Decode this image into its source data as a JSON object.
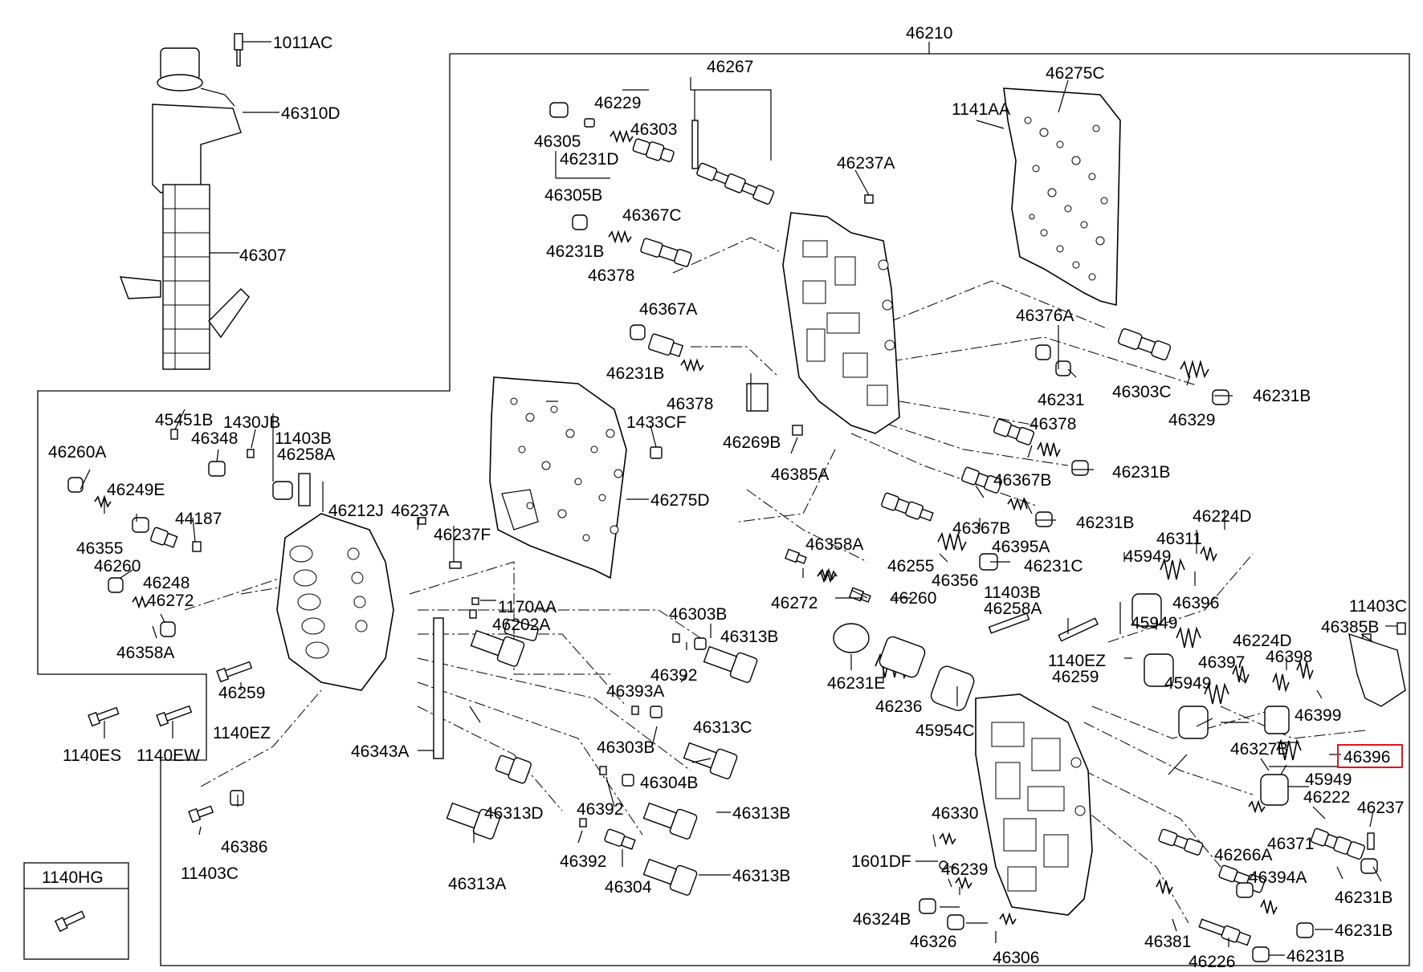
{
  "labels": {
    "p46210": "46210",
    "p1011AC": "1011AC",
    "p46310D": "46310D",
    "p46307": "46307",
    "p46267": "46267",
    "p46229": "46229",
    "p46303_top": "46303",
    "p46305": "46305",
    "p46231D": "46231D",
    "p46305B": "46305B",
    "p46367C": "46367C",
    "p46231B_a": "46231B",
    "p46378_a": "46378",
    "p46237A_top": "46237A",
    "p46275C": "46275C",
    "p1141AA": "1141AA",
    "p46367A": "46367A",
    "p46231B_b": "46231B",
    "p46378_b": "46378",
    "p46269B": "46269B",
    "p46385A": "46385A",
    "p1433CF": "1433CF",
    "p46275D": "46275D",
    "p46376A": "46376A",
    "p46303C": "46303C",
    "p46231B_c": "46231B",
    "p46231": "46231",
    "p46329": "46329",
    "p46378_c": "46378",
    "p46231B_d": "46231B",
    "p46367B_a": "46367B",
    "p46367B_b": "46367B",
    "p46231B_e": "46231B",
    "p46395A": "46395A",
    "p46231C": "46231C",
    "p46255": "46255",
    "p46356": "46356",
    "p46358A_mid": "46358A",
    "p46272_mid": "46272",
    "p46260_mid": "46260",
    "p11403B_mid": "11403B",
    "p46258A_mid": "46258A",
    "p1140EZ_mid": "1140EZ",
    "p46259_mid": "46259",
    "p45949_a": "45949",
    "p46311": "46311",
    "p46224D_a": "46224D",
    "p46396_a": "46396",
    "p45949_b": "45949",
    "p46224D_b": "46224D",
    "p46397": "46397",
    "p46398": "46398",
    "p45949_c": "45949",
    "p46399": "46399",
    "p11403C_right": "11403C",
    "p46385B": "46385B",
    "p46327B": "46327B",
    "p46396_hl": "46396",
    "p45949_d": "45949",
    "p46222": "46222",
    "p46237": "46237",
    "p46371": "46371",
    "p46266A": "46266A",
    "p46394A": "46394A",
    "p46231B_f": "46231B",
    "p46231B_g": "46231B",
    "p46231B_h": "46231B",
    "p46381": "46381",
    "p46226": "46226",
    "p46306": "46306",
    "p46326": "46326",
    "p46324B": "46324B",
    "p46239": "46239",
    "p1601DF": "1601DF",
    "p46330": "46330",
    "p45954C": "45954C",
    "p46236": "46236",
    "p46231E": "46231E",
    "p45451B": "45451B",
    "p1430JB": "1430JB",
    "p11403B_left": "11403B",
    "p46258A_left": "46258A",
    "p46348": "46348",
    "p46260A": "46260A",
    "p46249E": "46249E",
    "p46212J": "46212J",
    "p46237A_left": "46237A",
    "p46237F": "46237F",
    "p44187": "44187",
    "p46355": "46355",
    "p46260_left": "46260",
    "p46248": "46248",
    "p46272_left": "46272",
    "p46358A_left": "46358A",
    "p1170AA": "1170AA",
    "p46202A": "46202A",
    "p46303B_a": "46303B",
    "p46313B_a": "46313B",
    "p46392_a": "46392",
    "p46393A": "46393A",
    "p46303B_b": "46303B",
    "p46313C": "46313C",
    "p46304B": "46304B",
    "p46392_b": "46392",
    "p46313B_b": "46313B",
    "p46392_c": "46392",
    "p46304": "46304",
    "p46313B_c": "46313B",
    "p46343A": "46343A",
    "p46313D": "46313D",
    "p46313A": "46313A",
    "p46259_left": "46259",
    "p1140EZ_left": "1140EZ",
    "p1140ES": "1140ES",
    "p1140EW": "1140EW",
    "p46386": "46386",
    "p11403C_left": "11403C",
    "p1140HG": "1140HG"
  }
}
